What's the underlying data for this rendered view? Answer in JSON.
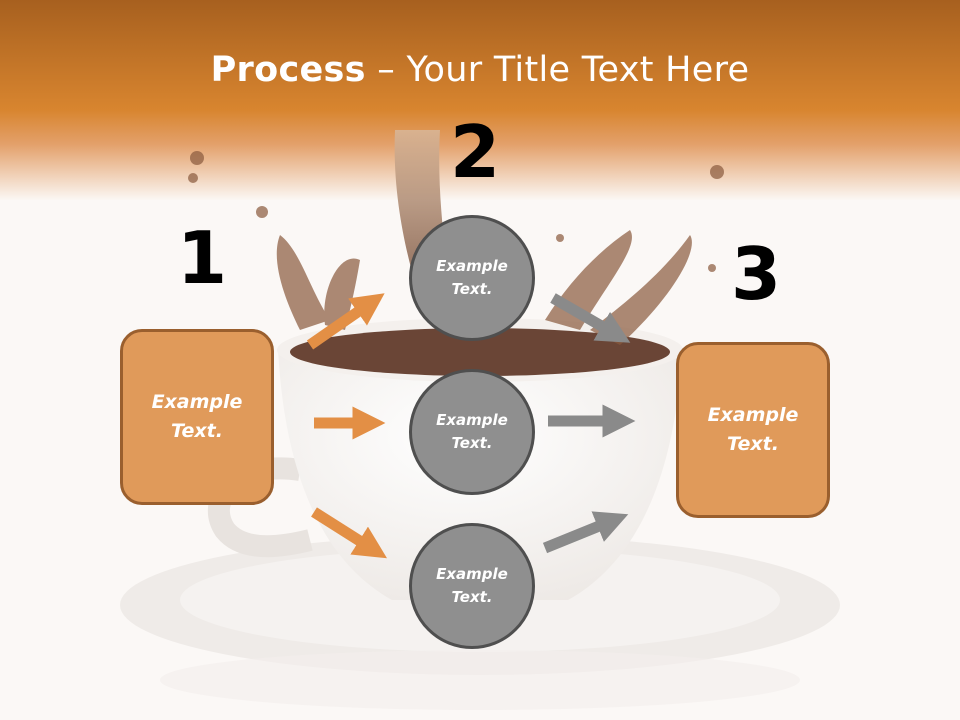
{
  "title": {
    "bold": "Process",
    "rest": " – Your Title Text Here"
  },
  "steps": [
    "1",
    "2",
    "3"
  ],
  "boxes": [
    {
      "line1": "Example",
      "line2": "Text."
    },
    {
      "line1": "Example",
      "line2": "Text."
    }
  ],
  "circles": [
    {
      "line1": "Example",
      "line2": "Text."
    },
    {
      "line1": "Example",
      "line2": "Text."
    },
    {
      "line1": "Example",
      "line2": "Text."
    }
  ],
  "colors": {
    "header": "#d5812f",
    "box_fill": "#e09a5a",
    "box_border": "#9a5f2e",
    "circle_fill": "#8f8f8f",
    "circle_border": "#4f4f4f",
    "arrow_orange": "#e38f45",
    "arrow_gray": "#8a8a8a"
  }
}
